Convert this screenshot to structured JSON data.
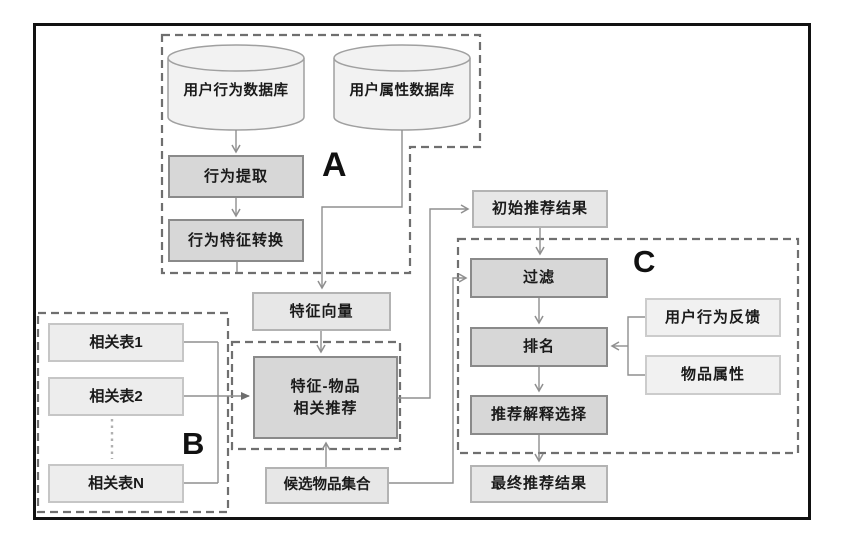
{
  "diagram": {
    "type": "flowchart",
    "description_language": "zh-CN",
    "groups": {
      "a": {
        "label": "A"
      },
      "b": {
        "label": "B"
      },
      "c": {
        "label": "C"
      }
    },
    "nodes": {
      "user_behavior_db": {
        "label": "用户行为数据库",
        "shape": "cylinder",
        "group": "a"
      },
      "user_attr_db": {
        "label": "用户属性数据库",
        "shape": "cylinder",
        "group": "a"
      },
      "behavior_extract": {
        "label": "行为提取",
        "shape": "process",
        "group": "a"
      },
      "behavior_feature_convert": {
        "label": "行为特征转换",
        "shape": "process",
        "group": "a"
      },
      "feature_vector": {
        "label": "特征向量",
        "shape": "data"
      },
      "feature_item_rec": {
        "label": "特征-物品\n相关推荐",
        "shape": "process"
      },
      "related_table_1": {
        "label": "相关表1",
        "shape": "data",
        "group": "b"
      },
      "related_table_2": {
        "label": "相关表2",
        "shape": "data",
        "group": "b"
      },
      "related_table_n": {
        "label": "相关表N",
        "shape": "data",
        "group": "b"
      },
      "candidate_items": {
        "label": "候选物品集合",
        "shape": "data"
      },
      "initial_results": {
        "label": "初始推荐结果",
        "shape": "data"
      },
      "filter": {
        "label": "过滤",
        "shape": "process",
        "group": "c"
      },
      "ranking": {
        "label": "排名",
        "shape": "process",
        "group": "c"
      },
      "explanation_select": {
        "label": "推荐解释选择",
        "shape": "process",
        "group": "c"
      },
      "final_results": {
        "label": "最终推荐结果",
        "shape": "data"
      },
      "user_feedback": {
        "label": "用户行为反馈",
        "shape": "data",
        "group": "c"
      },
      "item_attrs": {
        "label": "物品属性",
        "shape": "data",
        "group": "c"
      }
    },
    "edges": [
      {
        "from": "user_behavior_db",
        "to": "behavior_extract"
      },
      {
        "from": "behavior_extract",
        "to": "behavior_feature_convert"
      },
      {
        "from": "behavior_feature_convert",
        "to": "group_a_border"
      },
      {
        "from": "user_attr_db",
        "to": "feature_vector"
      },
      {
        "from": "feature_vector",
        "to": "feature_item_rec"
      },
      {
        "from": "related_table_1",
        "to": "feature_item_rec"
      },
      {
        "from": "related_table_2",
        "to": "feature_item_rec"
      },
      {
        "from": "related_table_n",
        "to": "feature_item_rec"
      },
      {
        "from": "feature_item_rec",
        "to": "initial_results"
      },
      {
        "from": "initial_results",
        "to": "filter"
      },
      {
        "from": "candidate_items",
        "to": "feature_item_rec"
      },
      {
        "from": "candidate_items",
        "to": "filter"
      },
      {
        "from": "filter",
        "to": "ranking"
      },
      {
        "from": "user_feedback",
        "to": "ranking"
      },
      {
        "from": "item_attrs",
        "to": "ranking"
      },
      {
        "from": "ranking",
        "to": "explanation_select"
      },
      {
        "from": "explanation_select",
        "to": "final_results"
      }
    ],
    "colors": {
      "process_fill": "#d7d7d7",
      "process_border": "#8a8a8a",
      "data_fill": "#e7e7e7",
      "data_border": "#b3b3b3",
      "aux_fill": "#f1f1f1",
      "aux_border": "#cccccc",
      "cylinder_fill": "#f2f2f2",
      "cylinder_border": "#a0a0a0",
      "wire": "#8f8f8f",
      "dashed_group": "#6f6f6f",
      "frame": "#111111",
      "text": "#1a1a1a"
    }
  }
}
